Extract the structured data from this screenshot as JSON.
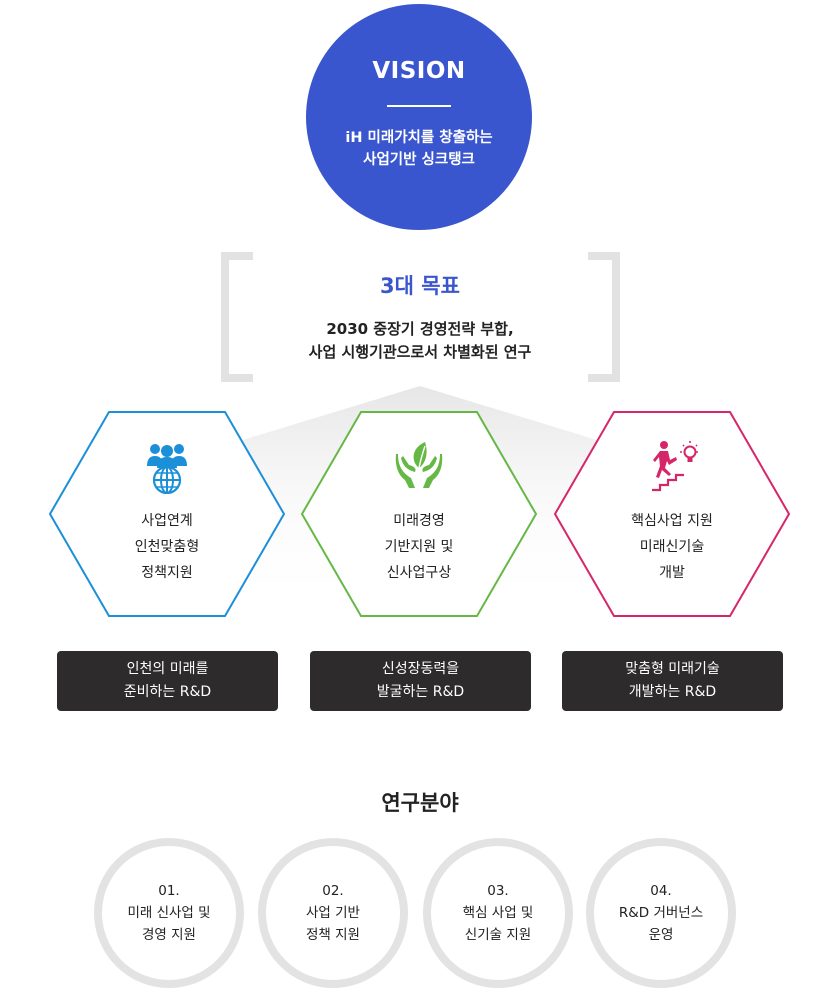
{
  "vision": {
    "title": "VISION",
    "line1": "iH 미래가치를 창출하는",
    "line2": "사업기반 싱크탱크"
  },
  "goals": {
    "title": "3대 목표",
    "line1": "2030 중장기 경영전략 부합,",
    "line2": "사업 시행기관으로서 차별화된 연구",
    "items": [
      {
        "icon": "people-globe-icon",
        "color": "#1c8fd9",
        "lines": [
          "사업연계",
          "인천맞춤형",
          "정책지원"
        ],
        "caption": [
          "인천의 미래를",
          "준비하는 R&D"
        ]
      },
      {
        "icon": "hands-leaf-icon",
        "color": "#66b845",
        "lines": [
          "미래경영",
          "기반지원 및",
          "신사업구상"
        ],
        "caption": [
          "신성장동력을",
          "발굴하는 R&D"
        ]
      },
      {
        "icon": "runner-stairs-bulb-icon",
        "color": "#d6266a",
        "lines": [
          "핵심사업 지원",
          "미래신기술",
          "개발"
        ],
        "caption": [
          "맞춤형 미래기술",
          "개발하는 R&D"
        ]
      }
    ]
  },
  "fields": {
    "title": "연구분야",
    "items": [
      {
        "num": "01.",
        "lines": [
          "미래 신사업 및",
          "경영 지원"
        ]
      },
      {
        "num": "02.",
        "lines": [
          "사업 기반",
          "정책 지원"
        ]
      },
      {
        "num": "03.",
        "lines": [
          "핵심 사업 및",
          "신기술 지원"
        ]
      },
      {
        "num": "04.",
        "lines": [
          "R&D 거버넌스",
          "운영"
        ]
      }
    ]
  }
}
